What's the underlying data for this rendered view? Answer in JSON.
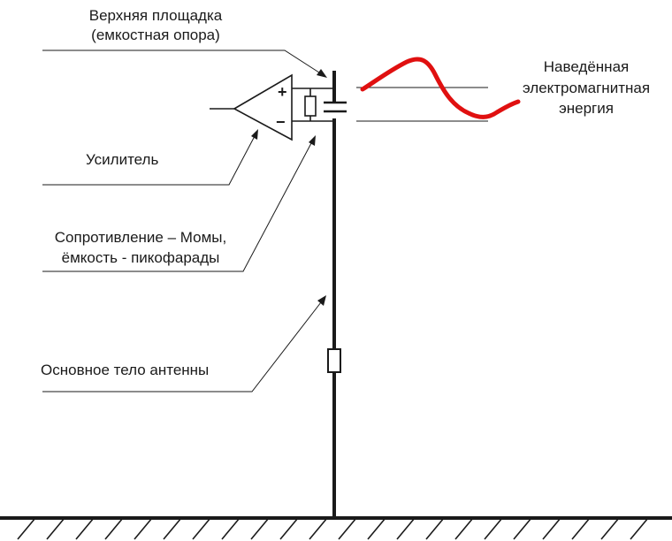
{
  "labels": {
    "top_platform": [
      "Верхняя площадка",
      "(емкостная опора)"
    ],
    "amplifier": "Усилитель",
    "resistance": [
      "Сопротивление – Момы,",
      "ёмкость - пикофарады"
    ],
    "antenna_body": "Основное тело антенны",
    "induced_energy": [
      "Наведённая",
      "электромагнитная",
      "энергия"
    ]
  },
  "amplifier_symbols": {
    "plus": "+",
    "minus": "−"
  },
  "colors": {
    "line": "#1a1a1a",
    "wave": "#e01010",
    "background": "#ffffff"
  }
}
